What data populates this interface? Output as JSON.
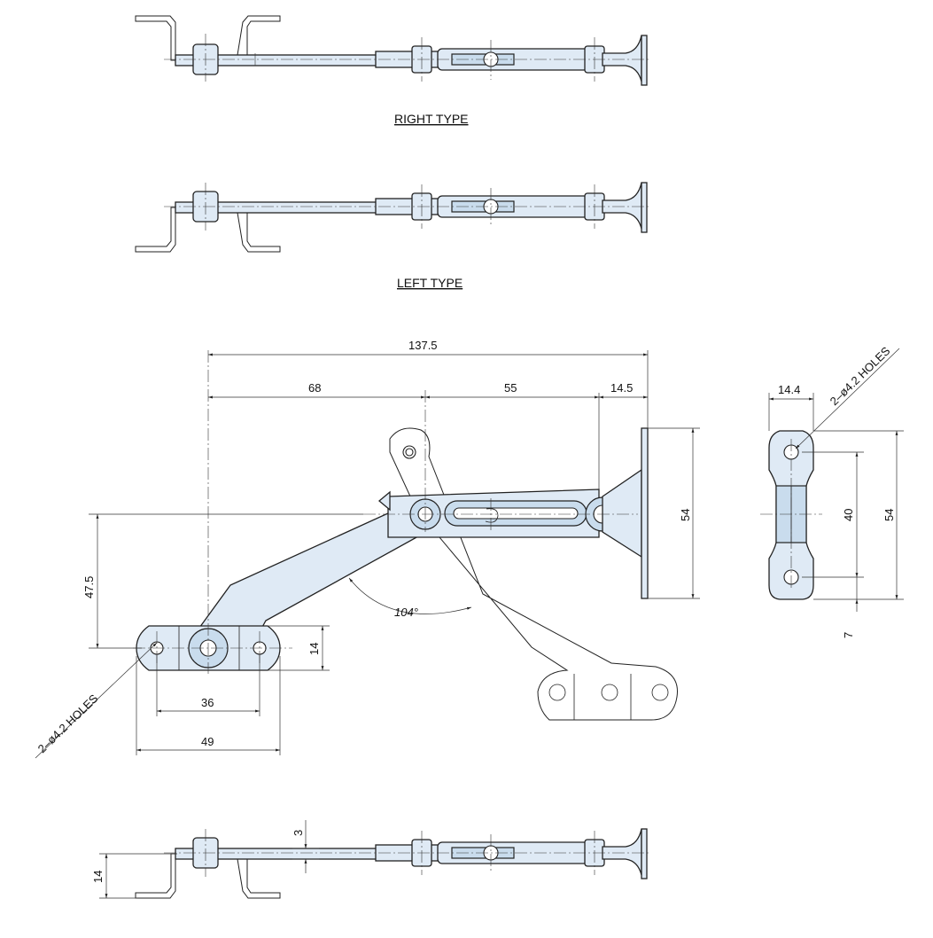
{
  "labels": {
    "right_type": "RIGHT TYPE",
    "left_type": "LEFT TYPE"
  },
  "dimensions": {
    "overall_length": "137.5",
    "pivot_offset": "68",
    "slot_length": "55",
    "bracket_offset": "14.5",
    "bracket_height": "54",
    "height_to_slot": "47.5",
    "base_width": "14",
    "hole_pitch": "36",
    "base_length": "49",
    "open_angle": "104°",
    "holes_left": "2–ø4.2 HOLES",
    "side_width": "14.4",
    "side_holes": "2–ø4.2 HOLES",
    "side_hole_pitch": "40",
    "side_height": "54",
    "side_edge": "7",
    "thickness": "3",
    "bottom_height": "14"
  },
  "colors": {
    "part_fill": "#dfeaf5",
    "line": "#222222"
  }
}
